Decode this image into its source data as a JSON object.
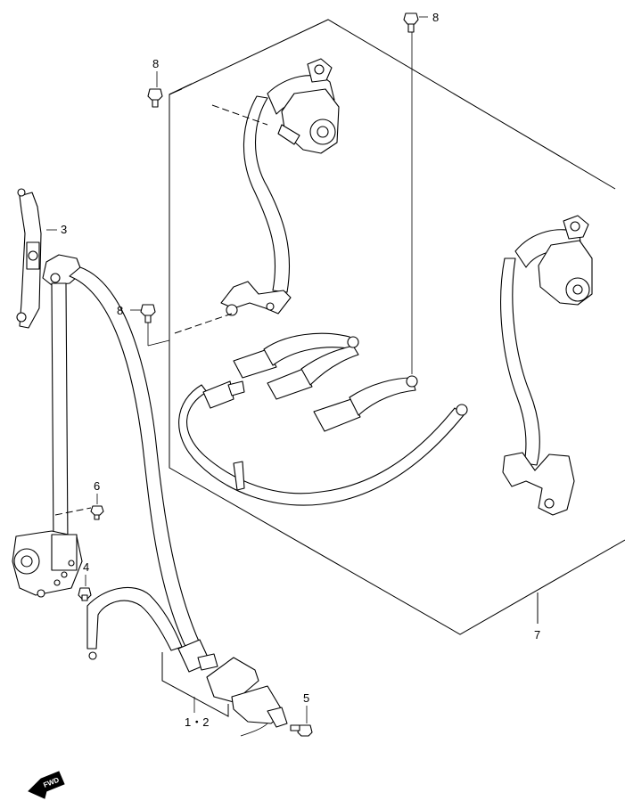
{
  "callouts": {
    "c1_2": "1・2",
    "c3": "3",
    "c4": "4",
    "c5": "5",
    "c6": "6",
    "c7": "7",
    "c8a": "8",
    "c8b": "8",
    "c8c": "8"
  },
  "fwd_label": "FWD"
}
